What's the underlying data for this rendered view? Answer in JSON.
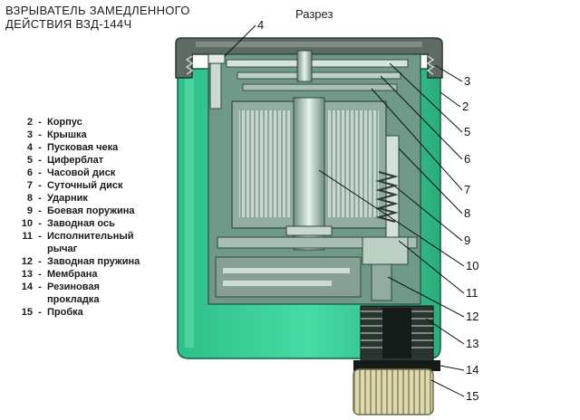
{
  "diagram": {
    "title_lines": [
      "ВЗРЫВАТЕЛЬ ЗАМЕДЛЕННОГО",
      "ДЕЙСТВИЯ ВЗД-144Ч"
    ],
    "subtitle": "Разрез",
    "legend": [
      {
        "num": "2",
        "label": "Корпус"
      },
      {
        "num": "3",
        "label": "Крышка"
      },
      {
        "num": "4",
        "label": "Пусковая чека"
      },
      {
        "num": "5",
        "label": "Циферблат"
      },
      {
        "num": "6",
        "label": "Часовой диск"
      },
      {
        "num": "7",
        "label": "Суточный диск"
      },
      {
        "num": "8",
        "label": "Ударник"
      },
      {
        "num": "9",
        "label": "Боевая поружина"
      },
      {
        "num": "10",
        "label": "Заводная ось"
      },
      {
        "num": "11",
        "label": "Исполнительный рычаг"
      },
      {
        "num": "12",
        "label": "Заводная пружина"
      },
      {
        "num": "13",
        "label": "Мембрана"
      },
      {
        "num": "14",
        "label": "Резиновая прокладка"
      },
      {
        "num": "15",
        "label": "Пробка"
      }
    ],
    "callouts": [
      "4",
      "3",
      "2",
      "5",
      "6",
      "7",
      "8",
      "9",
      "10",
      "11",
      "12",
      "13",
      "14",
      "15"
    ],
    "colors": {
      "housing": "#3dd49a",
      "housing_dark": "#1f8c66",
      "cap": "#5a6860",
      "cavity": "#7aa38f",
      "mechanism": "#b4c8bc",
      "metal": "#d8e6dc",
      "rubber": "#141a18",
      "plug": "#d8d6a8"
    }
  }
}
